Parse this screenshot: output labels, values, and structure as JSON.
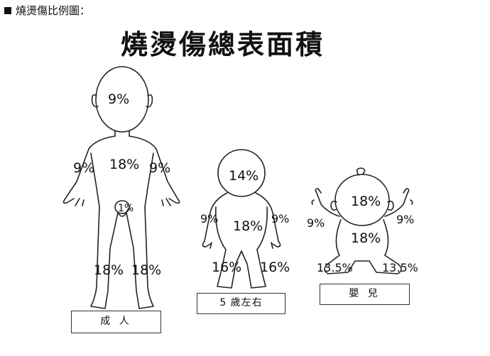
{
  "header": {
    "bullet_icon": "square-icon",
    "text": "燒燙傷比例圖："
  },
  "title": "燒燙傷總表面積",
  "figures": {
    "adult": {
      "label": "成 人",
      "head": "9%",
      "trunk": "18%",
      "left_arm": "9%",
      "right_arm": "9%",
      "groin": "1%",
      "left_leg": "18%",
      "right_leg": "18%"
    },
    "child": {
      "label": "5 歲左右",
      "head": "14%",
      "trunk": "18%",
      "left_arm": "9%",
      "right_arm": "9%",
      "left_leg": "16%",
      "right_leg": "16%"
    },
    "infant": {
      "label": "嬰 兒",
      "head": "18%",
      "trunk": "18%",
      "left_arm": "9%",
      "right_arm": "9%",
      "left_leg": "13.5%",
      "right_leg": "13.5%"
    }
  }
}
